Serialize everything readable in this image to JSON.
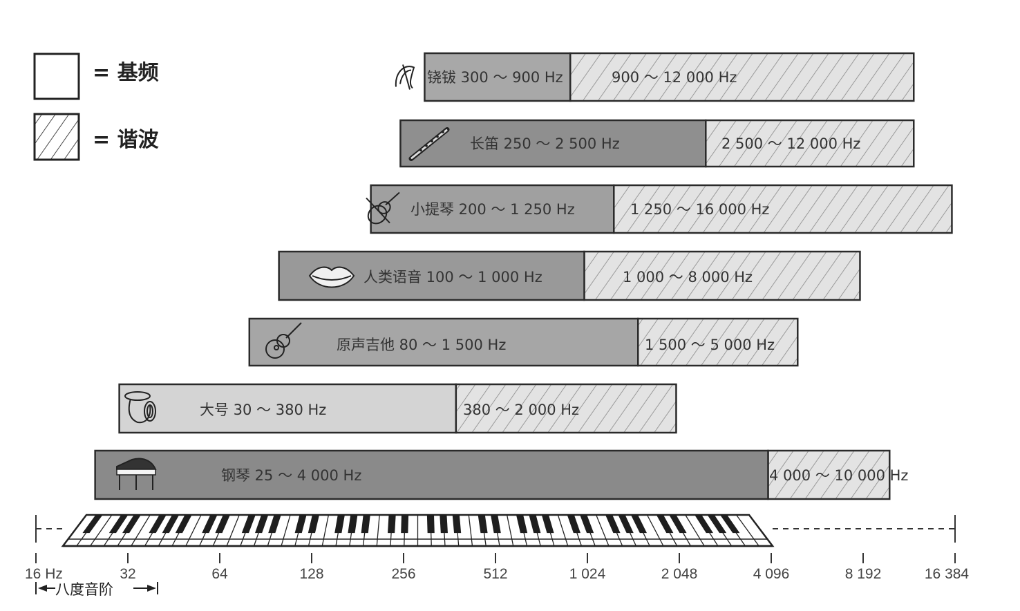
{
  "legend": {
    "fundamental_label": "= 基频",
    "harmonic_label": "= 谐波"
  },
  "instruments": [
    {
      "id": "cymbal",
      "icon": "cymbal-icon",
      "fund_label": "铙钹 300 ～ 900 Hz",
      "harm_label": "900 ～ 12 000 Hz",
      "fund": [
        300,
        900
      ],
      "harm": [
        900,
        12000
      ]
    },
    {
      "id": "flute",
      "icon": "flute-icon",
      "fund_label": "长笛 250 ～ 2 500 Hz",
      "harm_label": "2 500 ～ 12 000 Hz",
      "fund": [
        250,
        2500
      ],
      "harm": [
        2500,
        12000
      ]
    },
    {
      "id": "violin",
      "icon": "violin-icon",
      "fund_label": "小提琴 200 ～ 1 250 Hz",
      "harm_label": "1 250 ～ 16 000 Hz",
      "fund": [
        200,
        1250
      ],
      "harm": [
        1250,
        16000
      ]
    },
    {
      "id": "voice",
      "icon": "lips-icon",
      "fund_label": "人类语音 100 ～ 1 000 Hz",
      "harm_label": "1 000 ～ 8 000 Hz",
      "fund": [
        100,
        1000
      ],
      "harm": [
        1000,
        8000
      ]
    },
    {
      "id": "guitar",
      "icon": "guitar-icon",
      "fund_label": "原声吉他 80 ～ 1 500 Hz",
      "harm_label": "1 500 ～ 5 000 Hz",
      "fund": [
        80,
        1500
      ],
      "harm": [
        1500,
        5000
      ]
    },
    {
      "id": "tuba",
      "icon": "tuba-icon",
      "fund_label": "大号 30 ～ 380 Hz",
      "harm_label": "380 ～ 2 000 Hz",
      "fund": [
        30,
        380
      ],
      "harm": [
        380,
        2000
      ]
    },
    {
      "id": "piano",
      "icon": "piano-icon",
      "fund_label": "钢琴 25 ～ 4 000 Hz",
      "harm_label": "4 000 ～ 10 000 Hz",
      "fund": [
        25,
        4000
      ],
      "harm": [
        4000,
        10000
      ]
    }
  ],
  "axis": {
    "ticks": [
      {
        "value": 16,
        "label": "16 Hz"
      },
      {
        "value": 32,
        "label": "32"
      },
      {
        "value": 64,
        "label": "64"
      },
      {
        "value": 128,
        "label": "128"
      },
      {
        "value": 256,
        "label": "256"
      },
      {
        "value": 512,
        "label": "512"
      },
      {
        "value": 1024,
        "label": "1 024"
      },
      {
        "value": 2048,
        "label": "2 048"
      },
      {
        "value": 4096,
        "label": "4 096"
      },
      {
        "value": 8192,
        "label": "8 192"
      },
      {
        "value": 16384,
        "label": "16 384"
      }
    ],
    "octave_label": "八度音阶",
    "scale": "log2"
  },
  "colors": {
    "cymbal_fund": "#a8a8a8",
    "flute_fund": "#8f8f8f",
    "violin_fund": "#a0a0a0",
    "voice_fund": "#999999",
    "guitar_fund": "#a6a6a6",
    "tuba_fund": "#d4d4d4",
    "piano_fund": "#8a8a8a",
    "harmonic_bg": "#e3e3e3",
    "hatch": "#9a9a9a",
    "outline": "#2a2a2a"
  }
}
